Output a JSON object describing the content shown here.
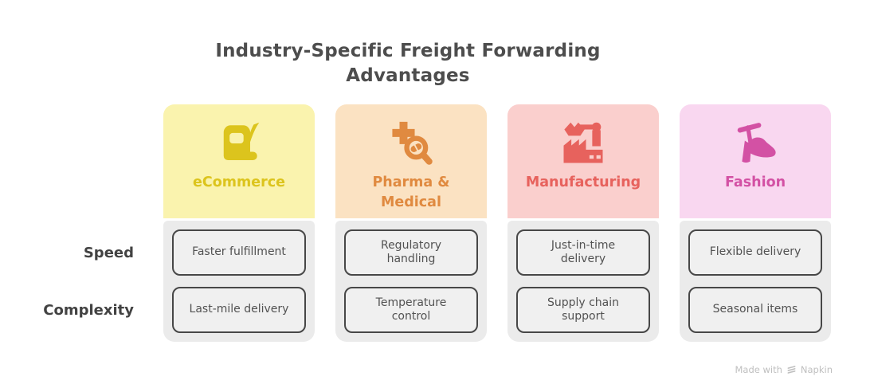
{
  "title": {
    "text": "Industry-Specific Freight Forwarding Advantages",
    "lines": [
      "Industry-Specific Freight Forwarding",
      "Advantages"
    ]
  },
  "row_labels": {
    "speed": "Speed",
    "complexity": "Complexity"
  },
  "columns": [
    {
      "name": "eCommerce",
      "name_lines": [
        "eCommerce"
      ],
      "icon": "shopping-bag-icon",
      "colors": {
        "bg": "#FAF3AE",
        "accent": "#DCC41D"
      },
      "cells": {
        "speed": {
          "text": "Faster fulfillment",
          "lines": [
            "Faster fulfillment"
          ]
        },
        "complexity": {
          "text": "Last-mile delivery",
          "lines": [
            "Last-mile delivery"
          ]
        }
      }
    },
    {
      "name": "Pharma & Medical",
      "name_lines": [
        "Pharma &",
        "Medical"
      ],
      "icon": "medical-search-icon",
      "colors": {
        "bg": "#FBE2C2",
        "accent": "#E08A40"
      },
      "cells": {
        "speed": {
          "text": "Regulatory handling",
          "lines": [
            "Regulatory",
            "handling"
          ]
        },
        "complexity": {
          "text": "Temperature control",
          "lines": [
            "Temperature",
            "control"
          ]
        }
      }
    },
    {
      "name": "Manufacturing",
      "name_lines": [
        "Manufacturing"
      ],
      "icon": "factory-robot-arm-icon",
      "colors": {
        "bg": "#FACFCD",
        "accent": "#E7625D"
      },
      "cells": {
        "speed": {
          "text": "Just-in-time delivery",
          "lines": [
            "Just-in-time",
            "delivery"
          ]
        },
        "complexity": {
          "text": "Supply chain support",
          "lines": [
            "Supply chain",
            "support"
          ]
        }
      }
    },
    {
      "name": "Fashion",
      "name_lines": [
        "Fashion"
      ],
      "icon": "high-heel-shoe-icon",
      "colors": {
        "bg": "#F9D7F0",
        "accent": "#D351A4"
      },
      "cells": {
        "speed": {
          "text": "Flexible delivery",
          "lines": [
            "Flexible delivery"
          ]
        },
        "complexity": {
          "text": "Seasonal items",
          "lines": [
            "Seasonal items"
          ]
        }
      }
    }
  ],
  "footer": {
    "made_with_label": "Made with",
    "brand": "Napkin"
  },
  "colors": {
    "page_bg": "#FFFFFF",
    "title_text": "#4D4D4D",
    "row_label_text": "#424242",
    "body_bg": "#EBEBEB",
    "cell_bg": "#F0F0F0",
    "cell_border": "#474747",
    "cell_text": "#525252",
    "footer_text": "#BFBFBF"
  }
}
